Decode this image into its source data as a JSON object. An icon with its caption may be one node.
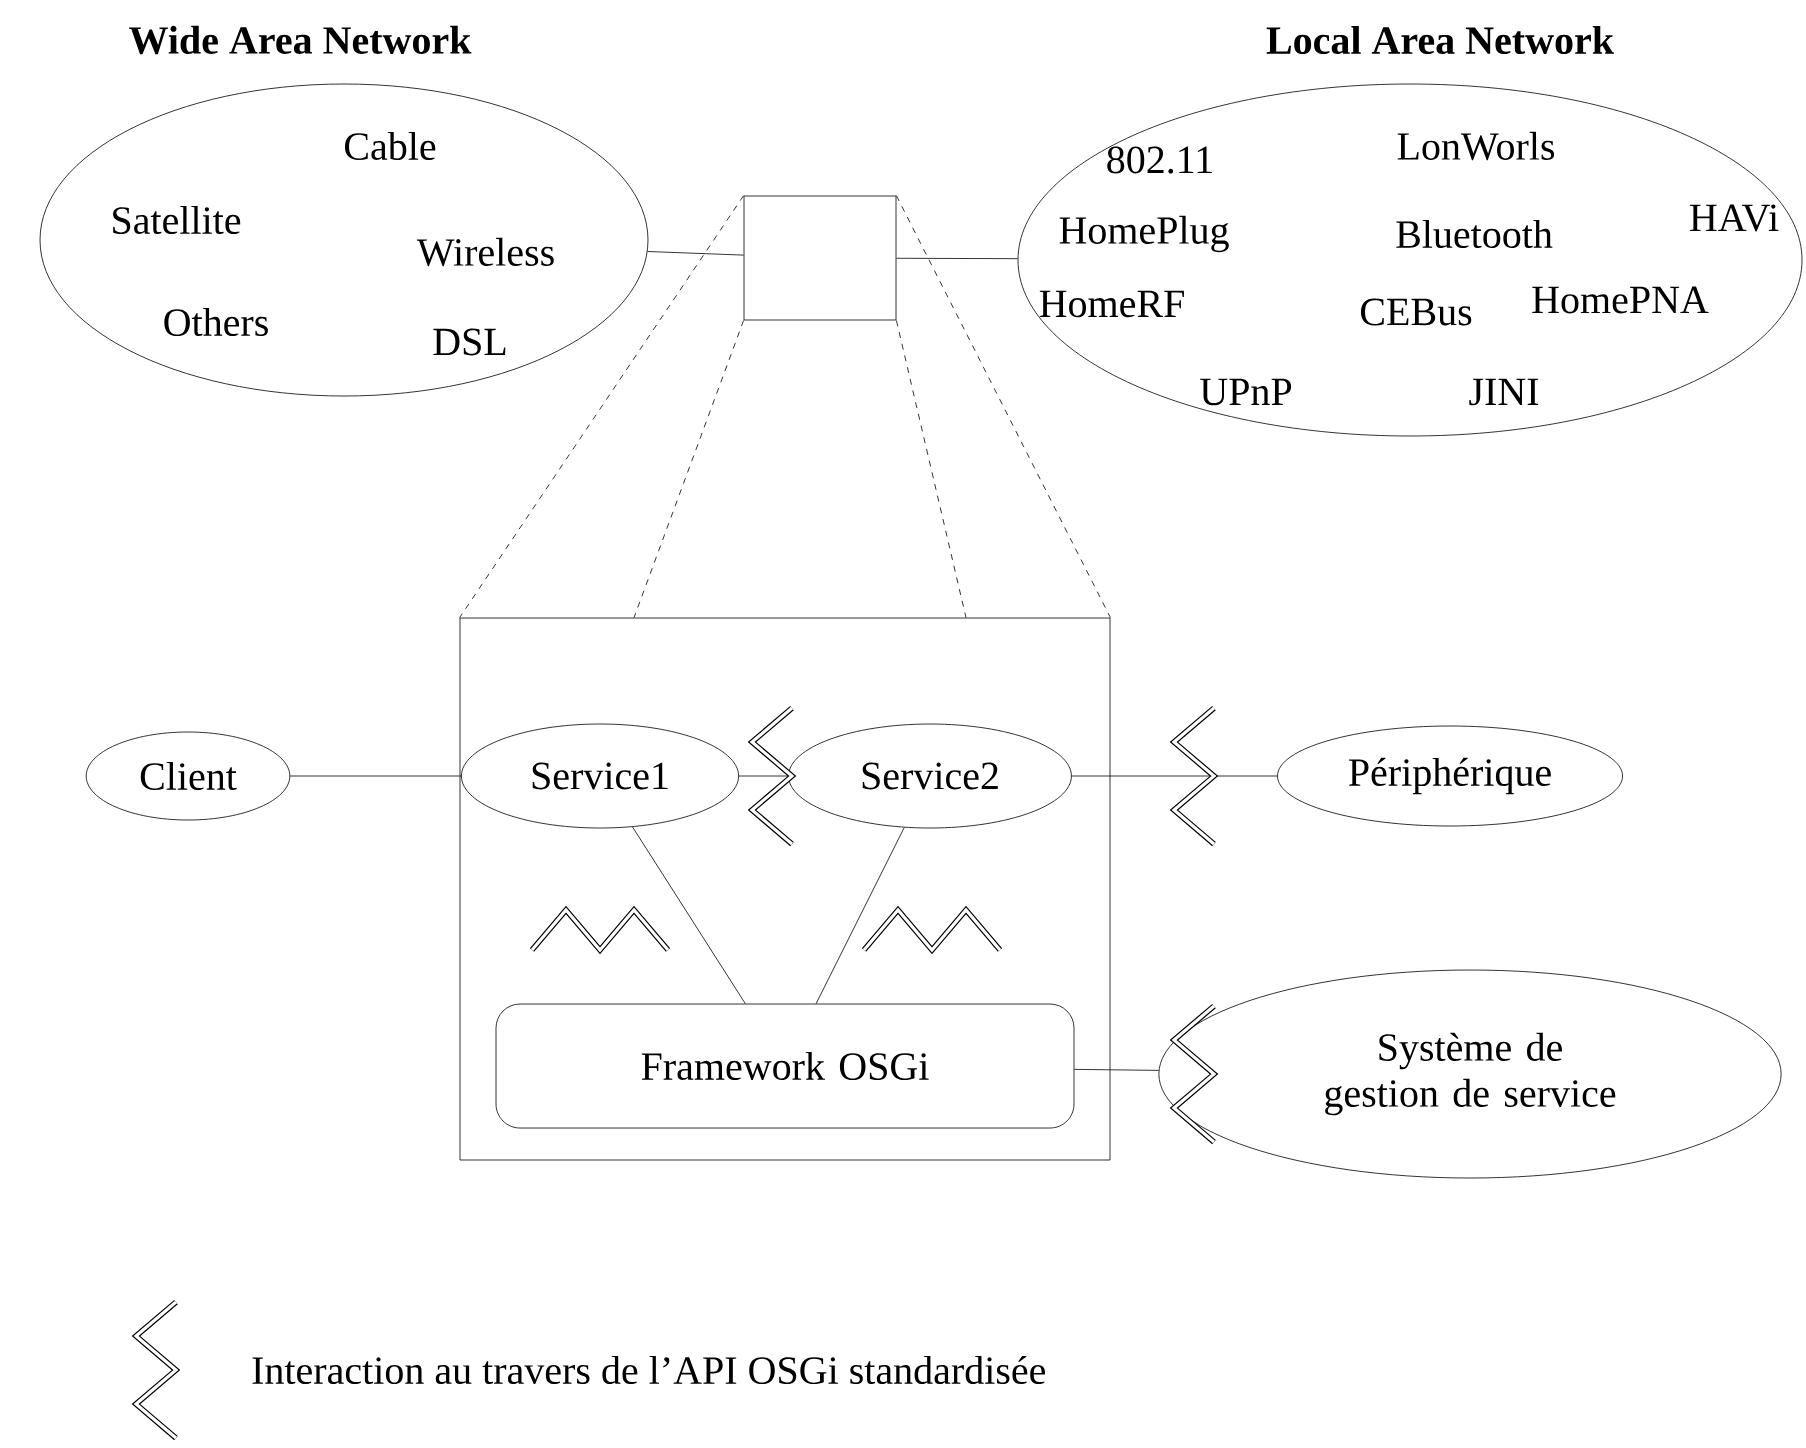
{
  "diagram": {
    "nodes": [
      {
        "text": [
          "Wide Area Network",
          "Cable",
          "Satellite",
          "Wireless",
          "Others",
          "DSL"
        ]
      },
      {
        "text": [
          "Local Area Network",
          "802.11",
          "LonWorls",
          "HomePlug",
          "Bluetooth",
          "HAVi",
          "HomeRF",
          "CEBus",
          "HomePNA",
          "UPnP",
          "JINI"
        ]
      },
      {
        "text": [],
        "shape": "box"
      },
      {
        "text": [],
        "shape": "box"
      },
      {
        "text": [
          "Client"
        ]
      },
      {
        "text": [
          "Service1"
        ],
        "in": 3
      },
      {
        "text": [
          "Service2"
        ],
        "in": 3
      },
      {
        "text": [
          "Périphérique"
        ]
      },
      {
        "text": [
          "Framework OSGi"
        ],
        "in": 3
      },
      {
        "text": [
          "Système de gestion de service"
        ]
      }
    ],
    "edges": [
      {
        "from": 0,
        "to": 2,
        "arrow": "none"
      },
      {
        "from": 2,
        "to": 1,
        "arrow": "none"
      },
      {
        "from": 2,
        "to": 3,
        "arrow": "none",
        "style": "dashed"
      },
      {
        "from": 2,
        "to": 3,
        "arrow": "none",
        "style": "dashed"
      },
      {
        "from": 2,
        "to": 3,
        "arrow": "none",
        "style": "dashed"
      },
      {
        "from": 2,
        "to": 3,
        "arrow": "none",
        "style": "dashed"
      },
      {
        "from": 4,
        "to": 5,
        "arrow": "none"
      },
      {
        "from": 5,
        "to": 6,
        "arrow": "none"
      },
      {
        "from": 6,
        "to": 7,
        "arrow": "none"
      },
      {
        "from": 5,
        "to": 8,
        "arrow": "none"
      },
      {
        "from": 6,
        "to": 8,
        "arrow": "none"
      },
      {
        "from": 8,
        "to": 9,
        "arrow": "none"
      }
    ],
    "legend": [
      {
        "text": "Interaction au travers de l’API OSGi standardisée"
      }
    ]
  }
}
